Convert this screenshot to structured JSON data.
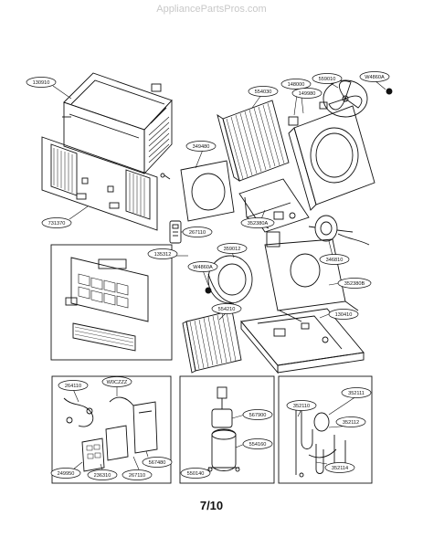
{
  "watermark": "AppliancePartsPros.com",
  "page_number": "7/10",
  "callouts": {
    "c130910": "130910",
    "c731370": "731370",
    "c554030": "554030",
    "c148000": "148000",
    "c559010": "559010",
    "c149980": "149980",
    "cW4860A": "W4860A",
    "c349480": "349480",
    "c352380A": "352380A",
    "c346810": "346810",
    "c267110": "267110",
    "c135312": "135312",
    "c359012": "359012",
    "cW4860B": "W4860A",
    "c352380B": "352380B",
    "c554210": "554210",
    "c130410": "130410",
    "c264110": "264110",
    "cW0CZZ": "W0CZZZ",
    "c567900": "567900",
    "c554160": "554160",
    "c550140": "550140",
    "c352110": "352110",
    "c352111": "352111",
    "c352112": "352112",
    "c352114": "352114",
    "c249950": "249950",
    "c236310": "236310",
    "c267110b": "267110",
    "c567480": "567480"
  }
}
